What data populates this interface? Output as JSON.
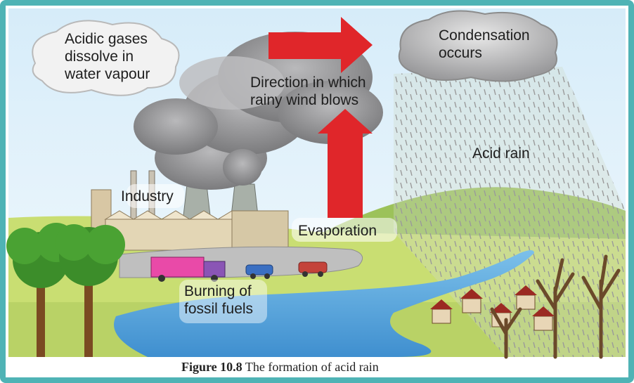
{
  "labels": {
    "acidic_gases": [
      "Acidic gases",
      "dissolve in",
      "water vapour"
    ],
    "direction": [
      "Direction in which",
      "rainy wind blows"
    ],
    "condensation": [
      "Condensation",
      "occurs"
    ],
    "acid_rain": "Acid rain",
    "industry": "Industry",
    "evaporation": "Evaporation",
    "burning": [
      "Burning of",
      "fossil fuels"
    ]
  },
  "caption": {
    "figure_number": "Figure 10.8",
    "text": " The formation of acid rain"
  },
  "colors": {
    "frame": "#4fb3b5",
    "sky": "#dff0fa",
    "smoke": "#8d8d8f",
    "arrow": "#e0262a",
    "hill": "#a8c85a",
    "grass": "#c8dc6a",
    "river": "#5aa8dc",
    "rain": "#a7a7a7"
  }
}
